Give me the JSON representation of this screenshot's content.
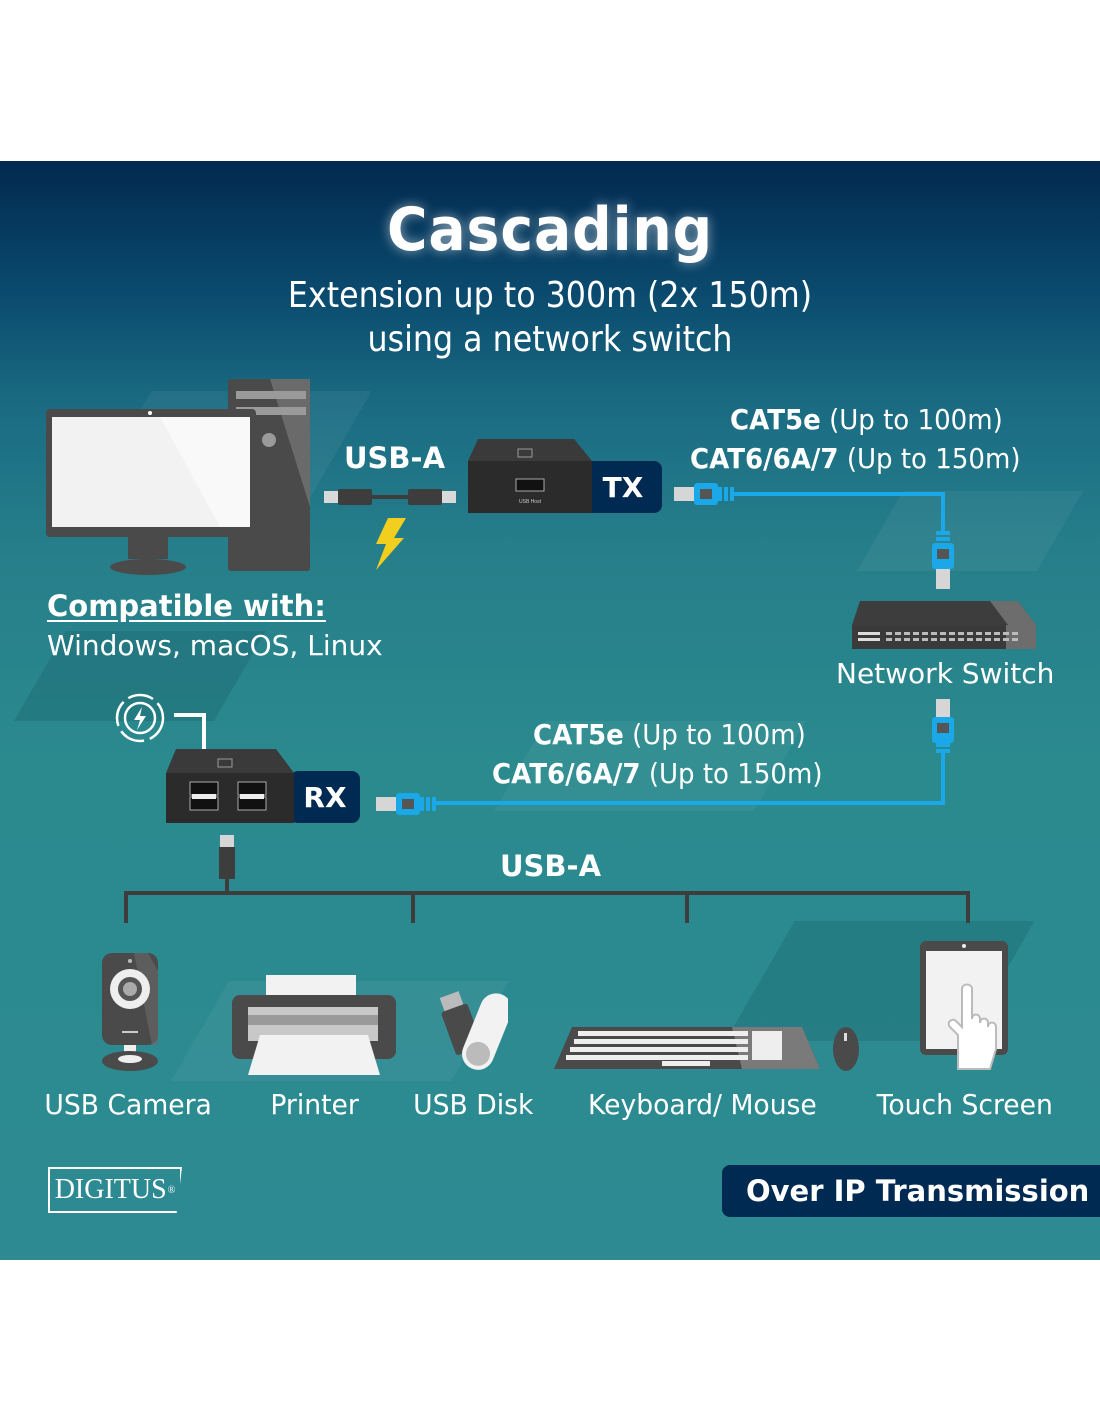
{
  "header": {
    "title": "Cascading",
    "subtitle_line1": "Extension up to 300m (2x 150m)",
    "subtitle_line2": "using a network switch"
  },
  "top_link": {
    "usb_label": "USB-A",
    "tx_badge": "TX",
    "cable_bold_1": "CAT5e",
    "cable_rest_1": " (Up to 100m)",
    "cable_bold_2": "CAT6/6A/7",
    "cable_rest_2": " (Up to 150m)"
  },
  "compatibility": {
    "heading": "Compatible with:",
    "systems": "Windows, macOS, Linux"
  },
  "switch": {
    "label": "Network Switch"
  },
  "bottom_link": {
    "rx_badge": "RX",
    "cable_bold_1": "CAT5e",
    "cable_rest_1": " (Up to 100m)",
    "cable_bold_2": "CAT6/6A/7",
    "cable_rest_2": " (Up to 150m)",
    "usb_label": "USB-A"
  },
  "devices": [
    {
      "label": "USB Camera",
      "icon": "webcam-icon"
    },
    {
      "label": "Printer",
      "icon": "printer-icon"
    },
    {
      "label": "USB Disk",
      "icon": "usb-disk-icon"
    },
    {
      "label": "Keyboard/ Mouse",
      "icon": "keyboard-mouse-icon"
    },
    {
      "label": "Touch Screen",
      "icon": "touch-screen-icon"
    }
  ],
  "footer": {
    "brand": "DIGITUS",
    "brand_mark": "®",
    "tagline": "Over IP Transmission"
  },
  "colors": {
    "navy": "#012a52",
    "cable_blue": "#1aa8e8",
    "bolt_yellow": "#f2cf1f",
    "device_gray": "#4a4a4a"
  }
}
